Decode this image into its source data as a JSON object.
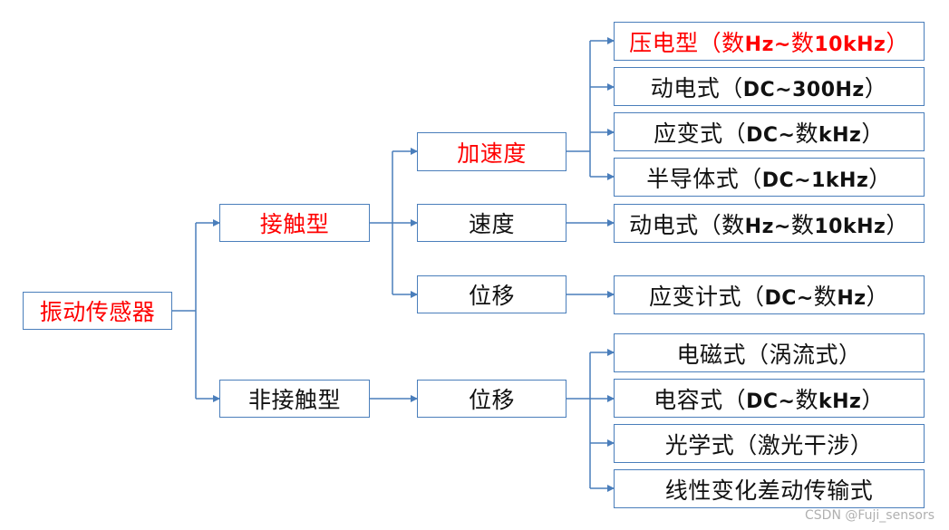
{
  "root": {
    "label": "振动传感器"
  },
  "level1": [
    {
      "label": "接触型"
    },
    {
      "label": "非接触型"
    }
  ],
  "level2": [
    {
      "label": "加速度"
    },
    {
      "label": "速度"
    },
    {
      "label": "位移"
    },
    {
      "label": "位移"
    }
  ],
  "level3": [
    {
      "label": "压电型（数Hz~数10kHz）"
    },
    {
      "label": "动电式（DC~300Hz）"
    },
    {
      "label": "应变式（DC~数kHz）"
    },
    {
      "label": "半导体式（DC~1kHz）"
    },
    {
      "label": "动电式（数Hz~数10kHz）"
    },
    {
      "label": "应变计式（DC~数Hz）"
    },
    {
      "label": "电磁式（涡流式）"
    },
    {
      "label": "电容式（DC~数kHz）"
    },
    {
      "label": "光学式（激光干涉）"
    },
    {
      "label": "线性变化差动传输式"
    }
  ],
  "watermark": "CSDN @Fuji_sensors",
  "colors": {
    "line": "#4a7ebb",
    "highlight": "#ff0000",
    "text": "#111111"
  }
}
